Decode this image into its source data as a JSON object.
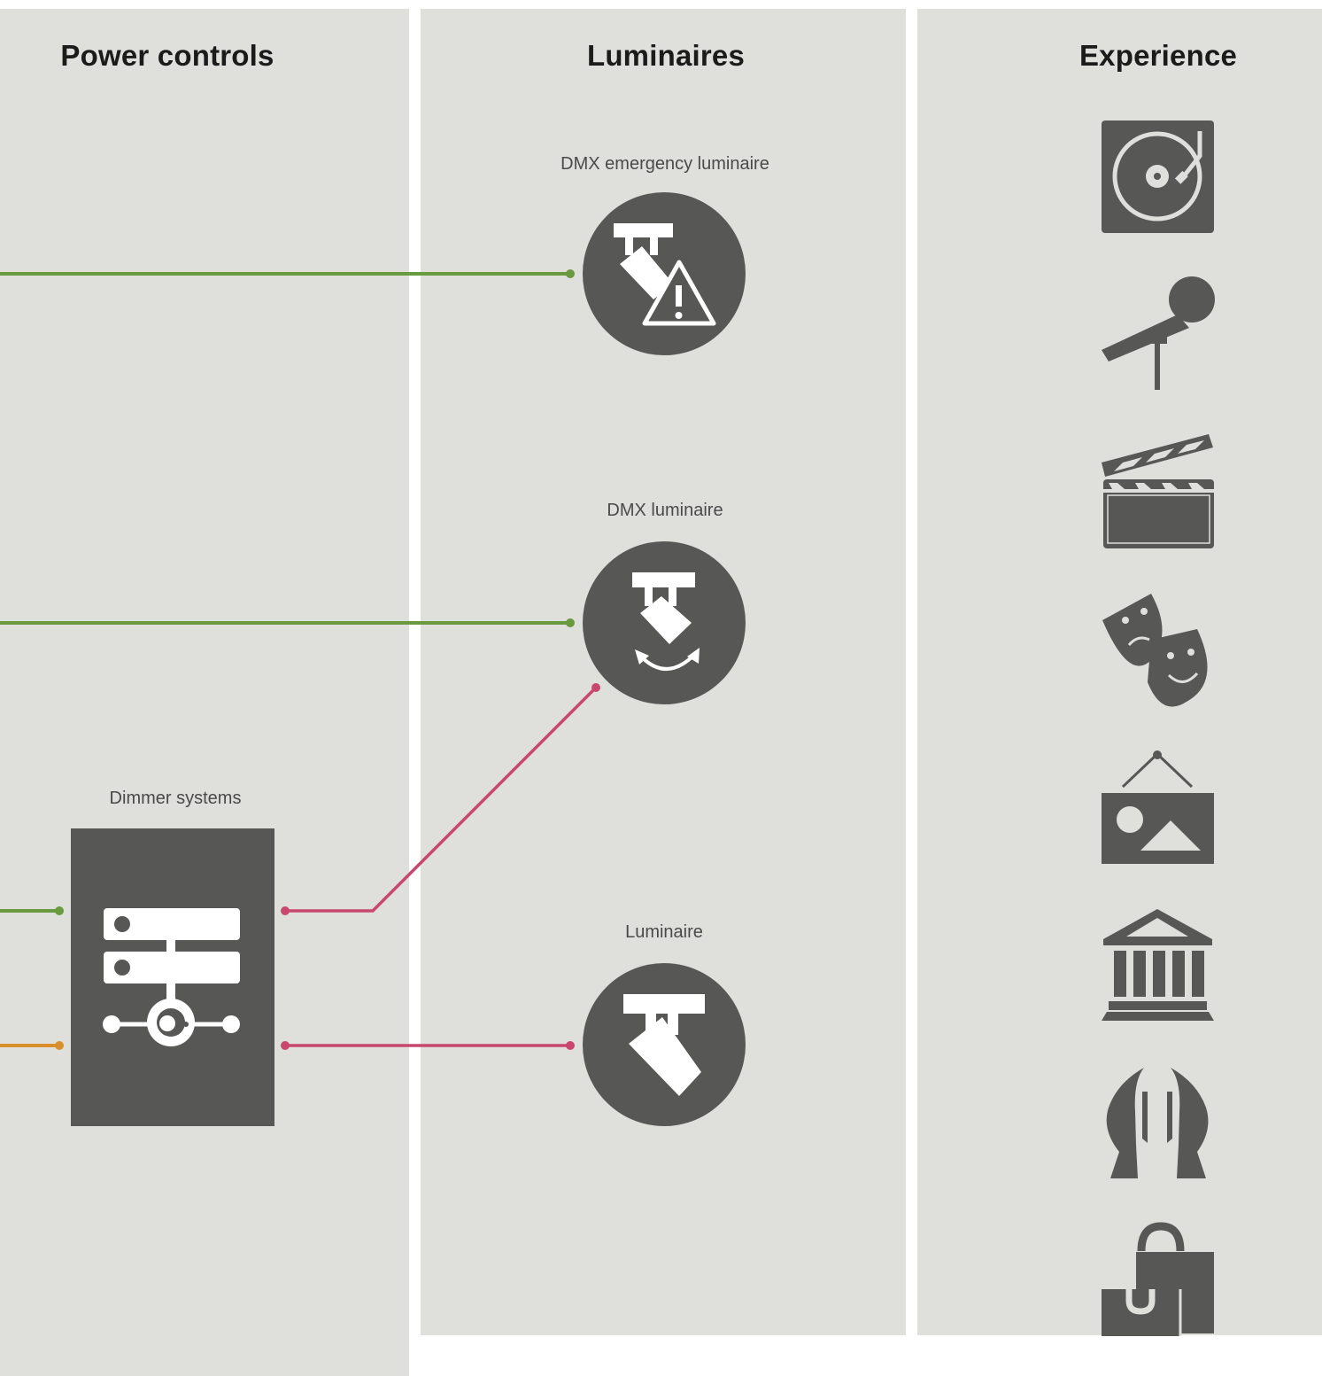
{
  "columns": {
    "power": {
      "title": "Power controls"
    },
    "luminaires": {
      "title": "Luminaires"
    },
    "experience": {
      "title": "Experience"
    }
  },
  "nodes": {
    "dmx_emergency_luminaire": {
      "label": "DMX emergency luminaire",
      "icon": "emergency-luminaire-icon"
    },
    "dmx_luminaire": {
      "label": "DMX luminaire",
      "icon": "dmx-luminaire-icon"
    },
    "luminaire": {
      "label": "Luminaire",
      "icon": "luminaire-icon"
    },
    "dimmer_systems": {
      "label": "Dimmer systems",
      "icon": "dimmer-system-icon"
    }
  },
  "experience_icons": [
    "turntable-icon",
    "microphone-icon",
    "clapperboard-icon",
    "theatre-masks-icon",
    "hanging-picture-icon",
    "museum-icon",
    "praying-hands-icon",
    "shopping-bags-icon"
  ],
  "colors": {
    "background": "#ffffff",
    "panel": "#dfdfdb",
    "icon_dark": "#575756",
    "power_line": "#6a9a3f",
    "dmx_line": "#c8476f",
    "mains_line": "#d98f2c"
  }
}
